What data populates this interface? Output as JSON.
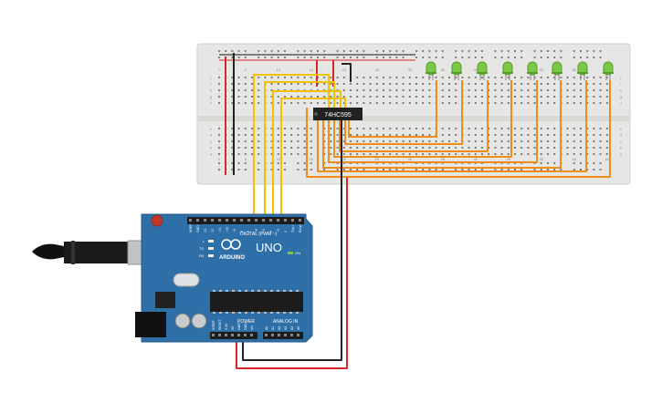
{
  "chip": {
    "label": "74HC595"
  },
  "arduino": {
    "brand": "ARDUINO",
    "model": "UNO",
    "on_label": "ON",
    "digital_label": "DIGITAL (PWM ~)",
    "power_label": "POWER",
    "analog_label": "ANALOG IN",
    "led_labels": [
      "L",
      "TX",
      "RX"
    ],
    "digital_pins": [
      "AREF",
      "GND",
      "13",
      "12",
      "~11",
      "~10",
      "~9",
      "8",
      "7",
      "~6",
      "~5",
      "4",
      "~3",
      "2",
      "TX▸1",
      "RX◂0"
    ],
    "power_pins": [
      "IOREF",
      "RESET",
      "3.3V",
      "5V",
      "GND",
      "GND",
      "Vin"
    ],
    "analog_pins": [
      "A0",
      "A1",
      "A2",
      "A3",
      "A4",
      "A5"
    ]
  },
  "breadboard": {
    "column_numbers": [
      "1",
      "5",
      "10",
      "15",
      "20",
      "25",
      "30",
      "35",
      "40",
      "45",
      "50",
      "55",
      "60"
    ],
    "row_letters_top": [
      "j",
      "i",
      "h",
      "g",
      "f"
    ],
    "row_letters_bottom": [
      "e",
      "d",
      "c",
      "b",
      "a"
    ],
    "led_count": 8
  },
  "colors": {
    "breadboard": "#e6e6e4",
    "board": "#2f6fa8",
    "wire_yellow": "#f2c200",
    "wire_orange": "#f08c1a",
    "wire_red": "#d9262a",
    "wire_black": "#222222",
    "led": "#7ac943"
  }
}
